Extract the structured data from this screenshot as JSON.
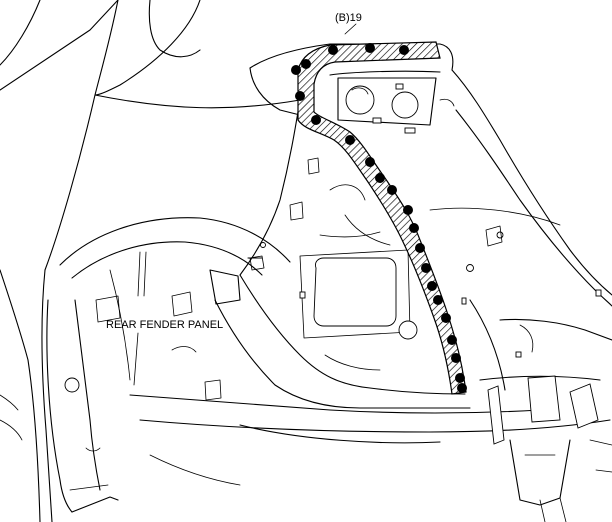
{
  "callouts": {
    "sealer_point": "(B)19",
    "panel_name": "REAR FENDER PANEL"
  },
  "colors": {
    "line": "#000000",
    "background": "#ffffff",
    "sealer_hatch": "#000000",
    "weld_dot": "#000000"
  },
  "weld_spot_count": 22
}
